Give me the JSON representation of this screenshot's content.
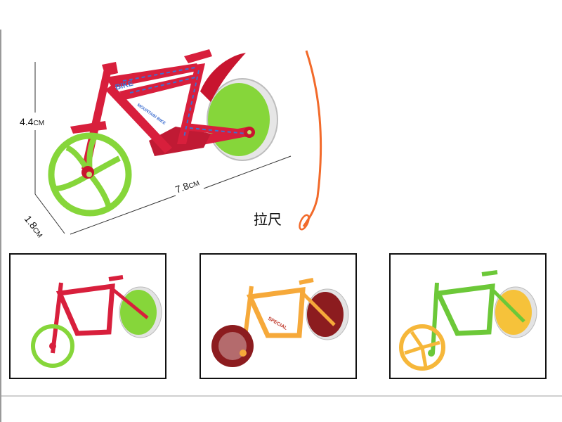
{
  "main_product": {
    "dimensions": {
      "height": {
        "value": "4.4",
        "unit": "CM"
      },
      "width": {
        "value": "7.8",
        "unit": "CM"
      },
      "depth": {
        "value": "1.8",
        "unit": "CM"
      }
    },
    "frame_decals": [
      "BIKE",
      "MOUNTAIN BIKE"
    ],
    "colors": {
      "frame": "#d81f3c",
      "wheels": "#86d63a",
      "stripe": "#3f6fd0"
    }
  },
  "accessory": {
    "label": "拉尺",
    "color": "#f26a2a"
  },
  "variants": [
    {
      "name": "red-green",
      "frame": "#d81f3c",
      "wheel": "#86d63a",
      "decal": ""
    },
    {
      "name": "orange-maroon",
      "frame": "#f6a93a",
      "wheel": "#8c1c1f",
      "decal": "SPECIAL"
    },
    {
      "name": "green-yellow",
      "frame": "#6cc838",
      "wheel": "#f6b73a",
      "decal": ""
    }
  ]
}
